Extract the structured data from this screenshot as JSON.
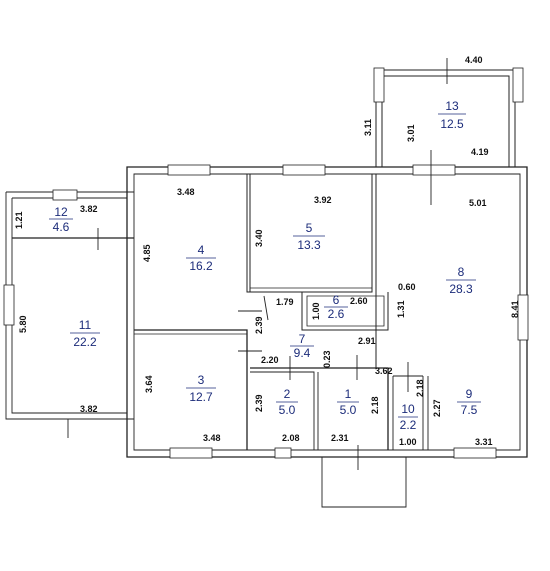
{
  "rooms": [
    {
      "number": "1",
      "area": "5.0"
    },
    {
      "number": "2",
      "area": "5.0"
    },
    {
      "number": "3",
      "area": "12.7"
    },
    {
      "number": "4",
      "area": "16.2"
    },
    {
      "number": "5",
      "area": "13.3"
    },
    {
      "number": "6",
      "area": "2.6"
    },
    {
      "number": "7",
      "area": "9.4"
    },
    {
      "number": "8",
      "area": "28.3"
    },
    {
      "number": "9",
      "area": "7.5"
    },
    {
      "number": "10",
      "area": "2.2"
    },
    {
      "number": "11",
      "area": "22.2"
    },
    {
      "number": "12",
      "area": "4.6"
    },
    {
      "number": "13",
      "area": "12.5"
    }
  ],
  "dimensions": {
    "d440": "4.40",
    "d311": "3.11",
    "d301": "3.01",
    "d419": "4.19",
    "d348top": "3.48",
    "d392": "3.92",
    "d501": "5.01",
    "d121": "1.21",
    "d382top": "3.82",
    "d485": "4.85",
    "d340": "3.40",
    "d580": "5.80",
    "d179": "1.79",
    "d260": "2.60",
    "d100a": "1.00",
    "d131": "1.31",
    "d060": "0.60",
    "d841": "8.41",
    "d239a": "2.39",
    "d291": "2.91",
    "d220": "2.20",
    "d023": "0.23",
    "d362": "3.62",
    "d364": "3.64",
    "d239b": "2.39",
    "d218a": "2.18",
    "d218b": "2.18",
    "d227": "2.27",
    "d382bot": "3.82",
    "d348bot": "3.48",
    "d208": "2.08",
    "d231": "2.31",
    "d100b": "1.00",
    "d331": "3.31"
  }
}
